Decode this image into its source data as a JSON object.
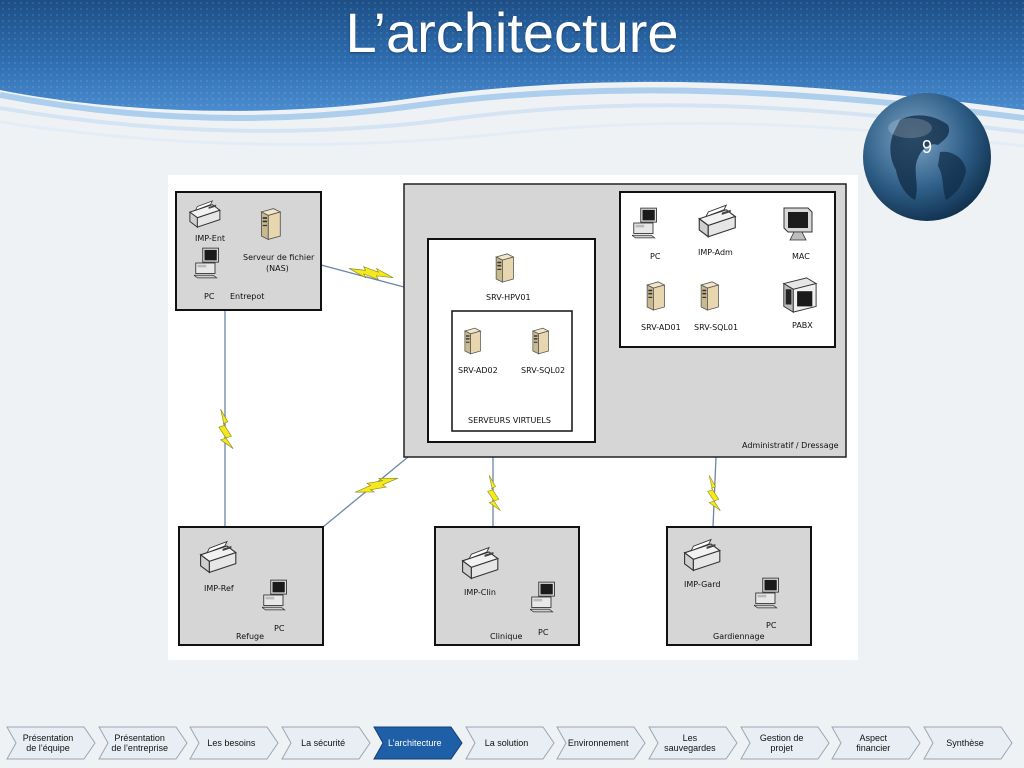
{
  "slide": {
    "title": "L’architecture",
    "page_number": "9"
  },
  "colors": {
    "header_dark": "#1d4f86",
    "header_light": "#4a8ccf",
    "active_tab": "#1f5fa8",
    "tab_fill": "#e8eef3",
    "site_box": "#d6d6d6",
    "lightning": "#f5e81e"
  },
  "diagram": {
    "sites": {
      "entrepot": {
        "label": "Entrepot",
        "printer": "IMP-Ent",
        "pc": "PC",
        "server": "Serveur de fichier",
        "server_sub": "(NAS)"
      },
      "refuge": {
        "label": "Refuge",
        "printer": "IMP-Ref",
        "pc": "PC"
      },
      "clinique": {
        "label": "Clinique",
        "printer": "IMP-Clin",
        "pc": "PC"
      },
      "gardiennage": {
        "label": "Gardiennage",
        "printer": "IMP-Gard",
        "pc": "PC"
      },
      "admin": {
        "label": "Administratif / Dressage"
      }
    },
    "servers": {
      "host": "SRV-HPV01",
      "virtual1": "SRV-AD02",
      "virtual2": "SRV-SQL02",
      "virtual_label": "SERVEURS VIRTUELS"
    },
    "admin_devices": {
      "pc": "PC",
      "printer": "IMP-Adm",
      "mac": "MAC",
      "srv_ad": "SRV-AD01",
      "srv_sql": "SRV-SQL01",
      "pabx": "PABX"
    }
  },
  "nav": {
    "tabs": [
      "Présentation\nde l’équipe",
      "Présentation\nde l’entreprise",
      "Les besoins",
      "La sécurité",
      "L’architecture",
      "La solution",
      "Environnement",
      "Les\nsauvegardes",
      "Gestion de\nprojet",
      "Aspect\nfinancier",
      "Synthèse"
    ],
    "active_index": 4
  }
}
